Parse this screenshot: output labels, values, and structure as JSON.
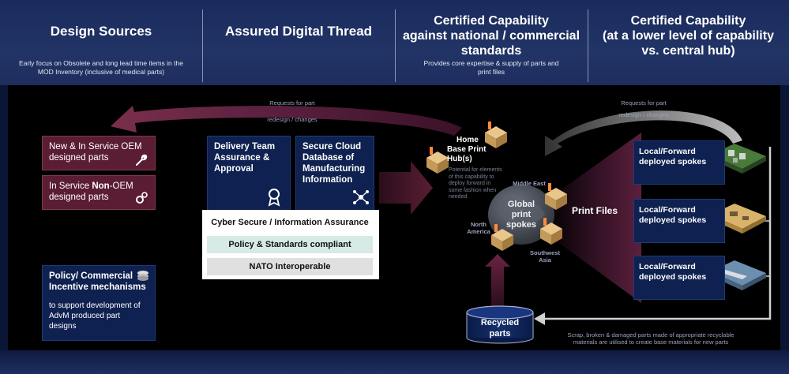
{
  "header": {
    "col1": {
      "title": "Design Sources",
      "subtitle": "Early focus on Obsolete and long lead time items in the MOD Inventory (inclusive of medical parts)"
    },
    "col2": {
      "title": "Assured Digital Thread"
    },
    "col3": {
      "title_l1": "Certified Capability",
      "title_l2": "against national / commercial",
      "title_l3": "standards",
      "subtitle": "Provides core expertise & supply of parts and print files"
    },
    "col4": {
      "title_l1": "Certified Capability",
      "title_l2": "(at a lower level of capability",
      "title_l3": "vs. central hub)"
    }
  },
  "design": {
    "oem_l1": "New & In Service OEM",
    "oem_l2": "designed parts",
    "non_oem_pre": "In Service ",
    "non_oem_bold": "Non",
    "non_oem_post": "-OEM",
    "non_oem_l2": "designed parts",
    "policy_l1": "Policy/ Commercial",
    "policy_l2": "Incentive mechanisms",
    "policy_note": "to support development of AdvM produced part designs"
  },
  "thread": {
    "delivery": "Delivery Team Assurance & Approval",
    "cloud": "Secure Cloud Database of Manufacturing Information",
    "layer1": "Cyber Secure / Information Assurance",
    "layer2": "Policy & Standards compliant",
    "layer3": "NATO  Interoperable"
  },
  "hub": {
    "home_l1": "Home",
    "home_l2": "Base Print",
    "home_l3": "Hub(s)",
    "home_note": "Potential for elements of this capability to deploy forward in some fashion when needed",
    "global_l1": "Global",
    "global_l2": "print",
    "global_l3": "spokes",
    "me": "Middle East",
    "na_l1": "North",
    "na_l2": "America",
    "swa_l1": "Southwest",
    "swa_l2": "Asia",
    "print_files": "Print Files",
    "recycled_l1": "Recycled",
    "recycled_l2": "parts"
  },
  "arrows": {
    "req_left_l1": "Requests for part",
    "req_left_l2": "redesign / changes",
    "req_right_l1": "Requests for part",
    "req_right_l2": "redesign / changes",
    "scrap_l1": "Scrap, broken & damaged parts made of appropriate recyclable",
    "scrap_l2": "materials are utilised to create base materials for new parts"
  },
  "spokes": [
    {
      "l1": "Local/Forward",
      "l2": "deployed spokes"
    },
    {
      "l1": "Local/Forward",
      "l2": "deployed spokes"
    },
    {
      "l1": "Local/Forward",
      "l2": "deployed spokes"
    }
  ],
  "colors": {
    "maroon": "#5a1d33",
    "navy": "#0e2150",
    "layer2": "#d6ebe6"
  }
}
